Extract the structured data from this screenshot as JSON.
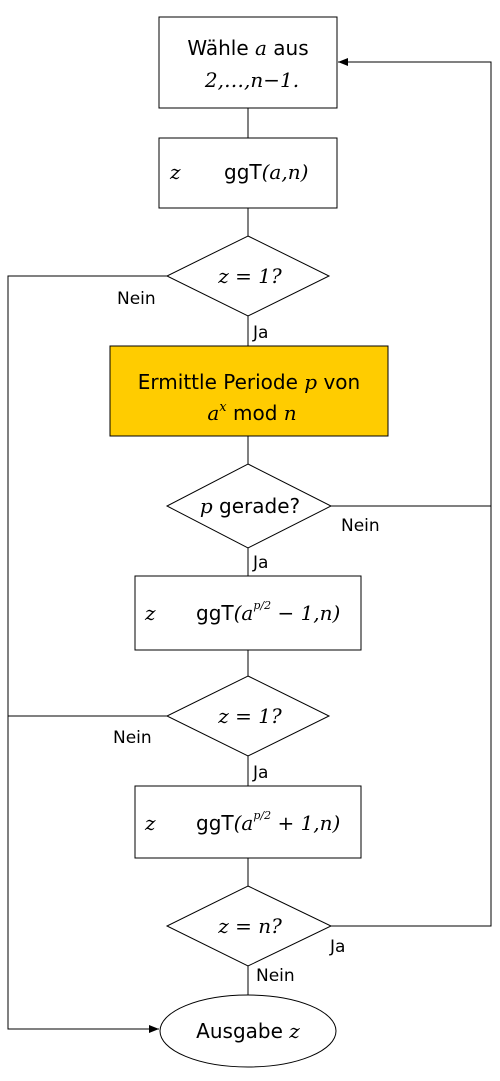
{
  "nodes": {
    "start": {
      "line1_text": "Wähle ",
      "line1_var": "a",
      "line1_suffix": " aus",
      "line2": "2,…,n−1."
    },
    "gcd": {
      "var": "z",
      "func": "ggT",
      "args": "(a,n)"
    },
    "check_z1": {
      "text": "z = 1?"
    },
    "period": {
      "line1_text": "Ermittle Periode ",
      "line1_var": "p",
      "line1_suffix": " von",
      "line2_base": "a",
      "line2_exp": "x",
      "line2_mid": " mod ",
      "line2_var": "n",
      "fill": "#ffcc00"
    },
    "check_even": {
      "var": "p",
      "text": " gerade?"
    },
    "gcd_minus": {
      "var": "z",
      "func": "ggT",
      "open": "(a",
      "exp": "p/2",
      "rest": " − 1,n)"
    },
    "check_z1_b": {
      "text": "z = 1?"
    },
    "gcd_plus": {
      "var": "z",
      "func": "ggT",
      "open": "(a",
      "exp": "p/2",
      "rest": " + 1,n)"
    },
    "check_zn": {
      "text": "z = n?"
    },
    "output": {
      "text": "Ausgabe ",
      "var": "z"
    }
  },
  "edge_labels": {
    "no_1": "Nein",
    "yes_1": "Ja",
    "no_2": "Nein",
    "yes_2": "Ja",
    "no_3": "Nein",
    "yes_3": "Ja",
    "yes_4": "Ja",
    "no_4": "Nein"
  }
}
